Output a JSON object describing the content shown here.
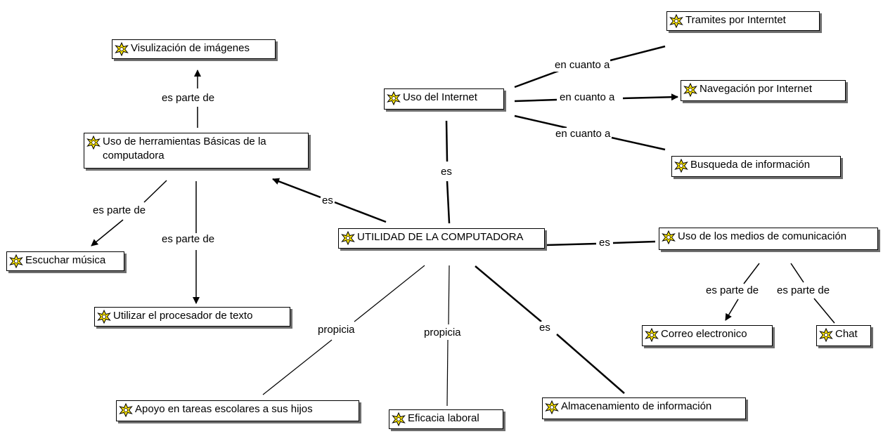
{
  "nodes": {
    "central": "UTILIDAD DE LA COMPUTADORA",
    "herramientas": "Uso de herramientas Básicas de la computadora",
    "visualizacion": "Visulización de imágenes",
    "musica": "Escuchar música",
    "procesador": "Utilizar el procesador de texto",
    "internet": "Uso del Internet",
    "tramites": "Tramites por Interntet",
    "navegacion": "Navegación por Internet",
    "busqueda": "Busqueda de información",
    "medios": "Uso de los medios de comunicación",
    "correo": "Correo electronico",
    "chat": "Chat",
    "apoyo": "Apoyo en tareas escolares a sus hijos",
    "eficacia": "Eficacia laboral",
    "almacenamiento": "Almacenamiento de información"
  },
  "links": {
    "es_herramientas": "es",
    "es_internet": "es",
    "es_medios": "es",
    "es_almacenamiento": "es",
    "propicia_apoyo": "propicia",
    "propicia_eficacia": "propicia",
    "parte_visualizacion": "es parte de",
    "parte_musica": "es parte de",
    "parte_procesador": "es parte de",
    "cuanto_tramites": "en cuanto a",
    "cuanto_navegacion": "en cuanto a",
    "cuanto_busqueda": "en cuanto a",
    "parte_correo": "es parte de",
    "parte_chat": "es parte de"
  },
  "icon": "concept-resource-icon",
  "colors": {
    "line": "#000000",
    "shadow": "#6e6e6e",
    "icon_fill": "#ffe600"
  }
}
